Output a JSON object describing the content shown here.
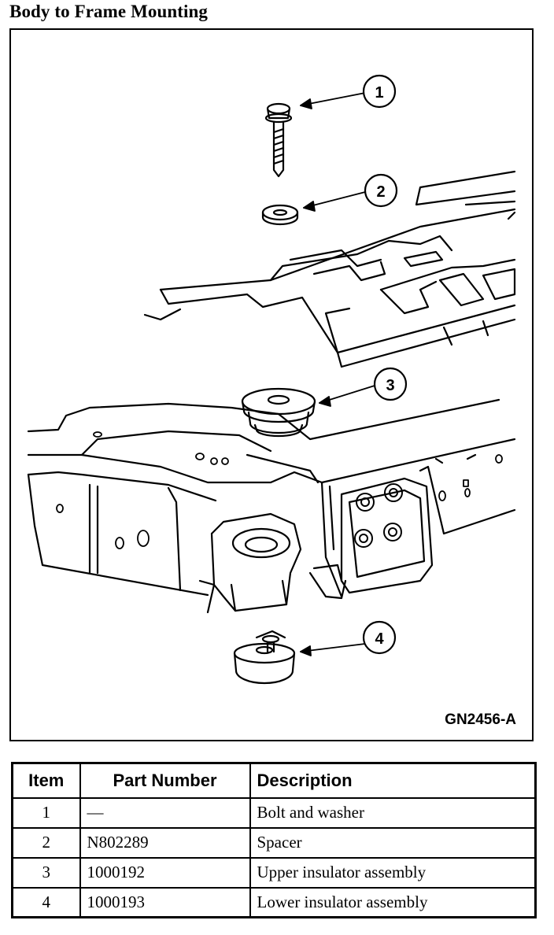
{
  "title": "Body to Frame Mounting",
  "figure": {
    "code": "GN2456-A",
    "callouts": [
      "1",
      "2",
      "3",
      "4"
    ]
  },
  "table": {
    "headers": [
      "Item",
      "Part Number",
      "Description"
    ],
    "rows": [
      {
        "item": "1",
        "part_number": "—",
        "description": "Bolt and washer"
      },
      {
        "item": "2",
        "part_number": "N802289",
        "description": "Spacer"
      },
      {
        "item": "3",
        "part_number": "1000192",
        "description": "Upper insulator assembly"
      },
      {
        "item": "4",
        "part_number": "1000193",
        "description": "Lower insulator assembly"
      }
    ]
  }
}
